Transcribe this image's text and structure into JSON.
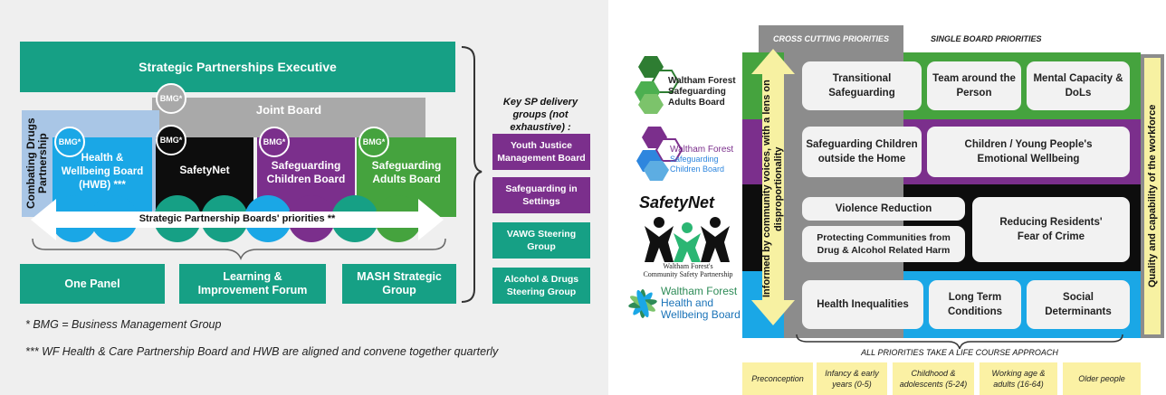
{
  "left": {
    "spe": "Strategic Partnerships Executive",
    "joint_board": "Joint Board",
    "combating_drugs": "Combating Drugs Partnership",
    "bmg": "BMG*",
    "boards": {
      "hwb": "Health & Wellbeing Board (HWB) ***",
      "safetynet": "SafetyNet",
      "children": "Safeguarding Children Board",
      "adults": "Safeguarding Adults Board"
    },
    "priorities_arrow": "Strategic Partnership Boards' priorities **",
    "bottom": {
      "one_panel": "One Panel",
      "learning": "Learning & Improvement Forum",
      "mash": "MASH Strategic Group"
    },
    "key_groups_title": "Key SP delivery groups (not exhaustive) :",
    "key_groups": [
      "Youth Justice Management Board",
      "Safeguarding in Settings",
      "VAWG Steering Group",
      "Alcohol & Drugs Steering Group"
    ],
    "footnote1": "* BMG = Business Management Group",
    "footnote2": "*** WF Health & Care Partnership Board and HWB are aligned and convene together quarterly"
  },
  "right": {
    "cross_cutting": "CROSS CUTTING PRIORITIES",
    "single_board": "SINGLE BOARD PRIORITIES",
    "vertical_voices": "Informed by community voices, with a lens on disproportionality",
    "vertical_workforce": "Quality and capability of the workforce",
    "logos": {
      "adults_line1": "Waltham Forest",
      "adults_line2": "Safeguarding",
      "adults_line3": "Adults Board",
      "children_line1": "Waltham Forest",
      "children_line2": "Safeguarding",
      "children_line3": "Children Board",
      "safetynet_title": "SafetyNet",
      "safetynet_sub1": "Waltham Forest's",
      "safetynet_sub2": "Community Safety Partnership",
      "hwb_line1": "Waltham Forest",
      "hwb_line2": "Health and",
      "hwb_line3": "Wellbeing Board"
    },
    "priorities": {
      "transitional": "Transitional Safeguarding",
      "team_around": "Team around the Person",
      "mental_capacity": "Mental Capacity & DoLs",
      "children_outside": "Safeguarding Children outside the Home",
      "emotional": "Children / Young People's Emotional Wellbeing",
      "violence": "Violence Reduction",
      "protecting": "Protecting Communities from Drug & Alcohol Related Harm",
      "fear_crime": "Reducing Residents' Fear of Crime",
      "health_ineq": "Health Inequalities",
      "long_term": "Long Term Conditions",
      "social": "Social Determinants"
    },
    "life_course_title": "ALL PRIORITIES TAKE A LIFE COURSE APPROACH",
    "life_stages": [
      "Preconception",
      "Infancy & early years (0-5)",
      "Childhood & adolescents (5-24)",
      "Working age & adults (16-64)",
      "Older people"
    ]
  },
  "colors": {
    "green": "#16a085",
    "grey": "#a9a9a9",
    "light_blue": "#a9c6e6",
    "blue": "#1aa7e6",
    "black": "#0d0d0d",
    "purple": "#7b2f8c",
    "bright_green": "#45a33e",
    "yellow": "#fbf1a4"
  }
}
